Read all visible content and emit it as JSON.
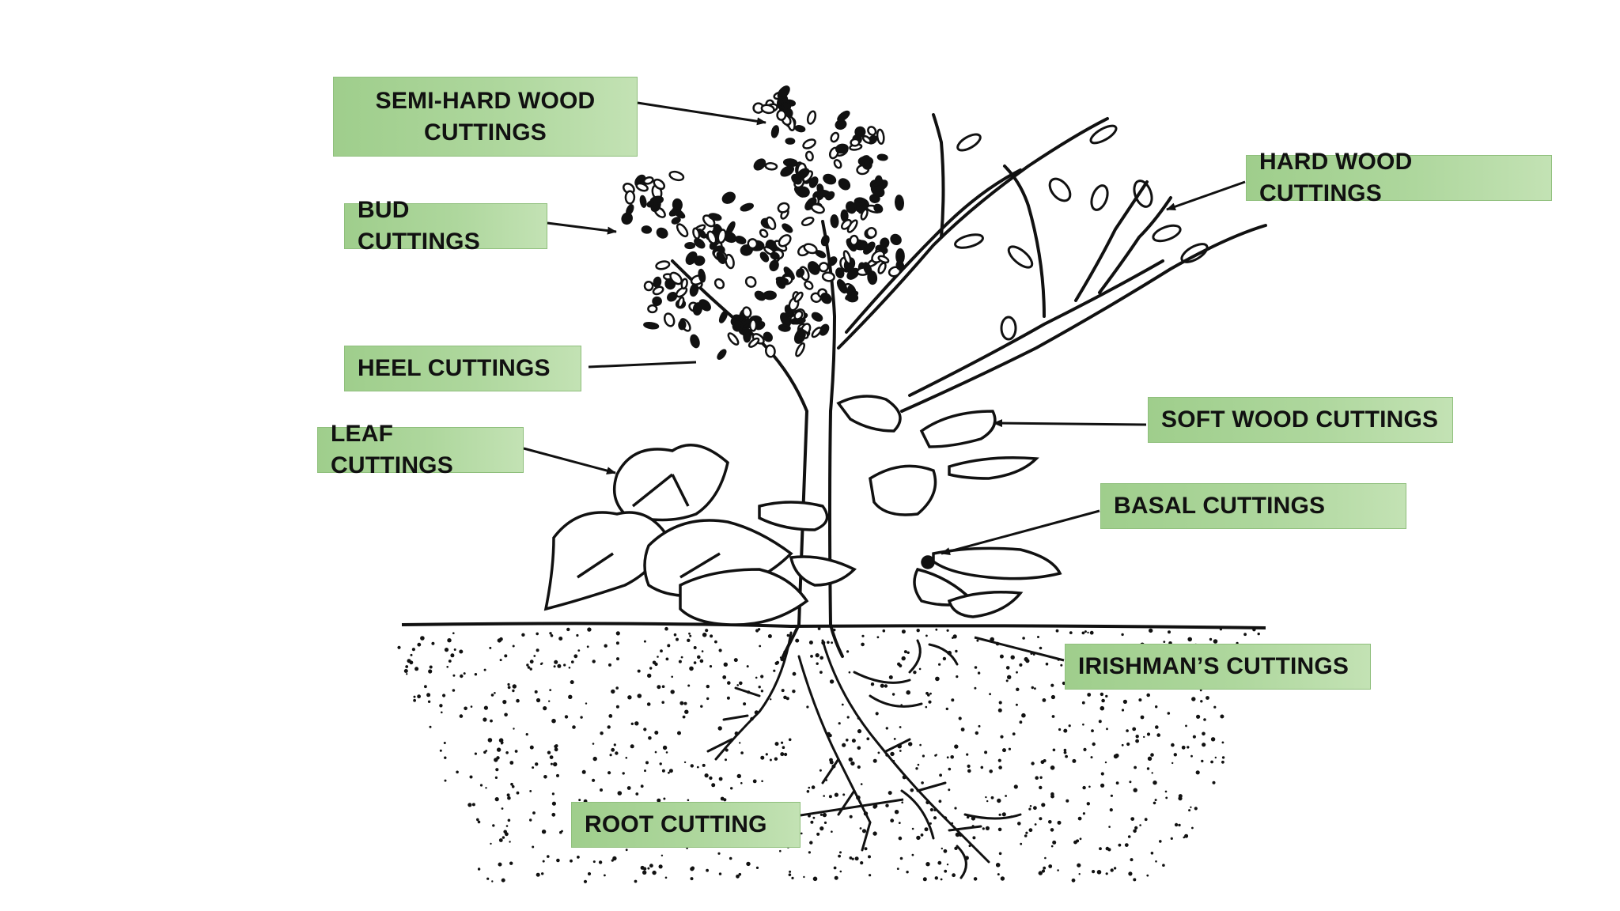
{
  "labels": {
    "semi_hard_wood": "SEMI-HARD WOOD CUTTINGS",
    "bud": "BUD CUTTINGS",
    "heel": "HEEL CUTTINGS",
    "leaf": "LEAF CUTTINGS",
    "hard_wood": "HARD WOOD CUTTINGS",
    "soft_wood": "SOFT WOOD CUTTINGS",
    "basal": "BASAL CUTTINGS",
    "irishman": "IRISHMAN’S CUTTINGS",
    "root": "ROOT CUTTING"
  },
  "colors": {
    "label_fill": "#a8d497",
    "label_border": "#8fbf7c",
    "ink": "#111111"
  }
}
